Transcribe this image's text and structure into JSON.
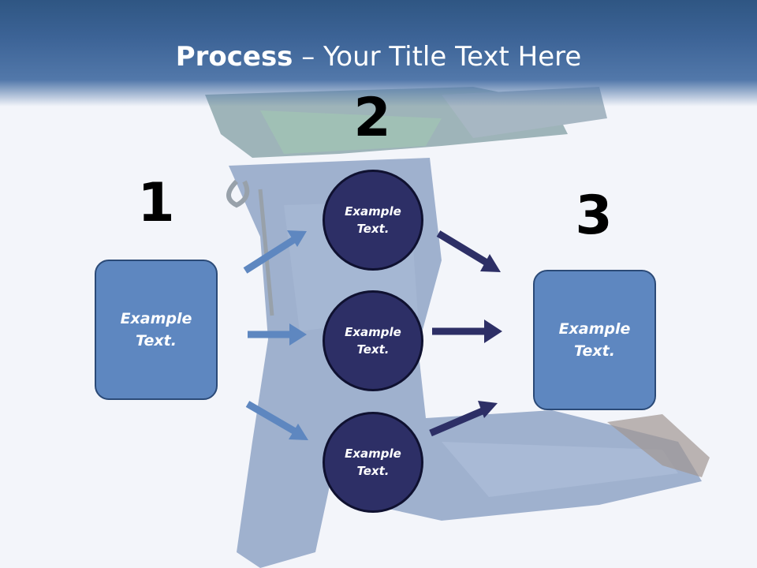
{
  "title": {
    "bold": "Process",
    "rest": " – Your Title Text Here"
  },
  "steps": {
    "one": "1",
    "two": "2",
    "three": "3"
  },
  "boxes": {
    "left": "Example Text.",
    "right": "Example Text."
  },
  "circles": {
    "top": "Example Text.",
    "middle": "Example Text.",
    "bottom": "Example Text."
  },
  "colors": {
    "box_fill": "#5e87c0",
    "circle_fill": "#2d2f66",
    "arrow_light": "#5e87c0",
    "arrow_dark": "#2d2f66",
    "header": "#3c6396"
  }
}
